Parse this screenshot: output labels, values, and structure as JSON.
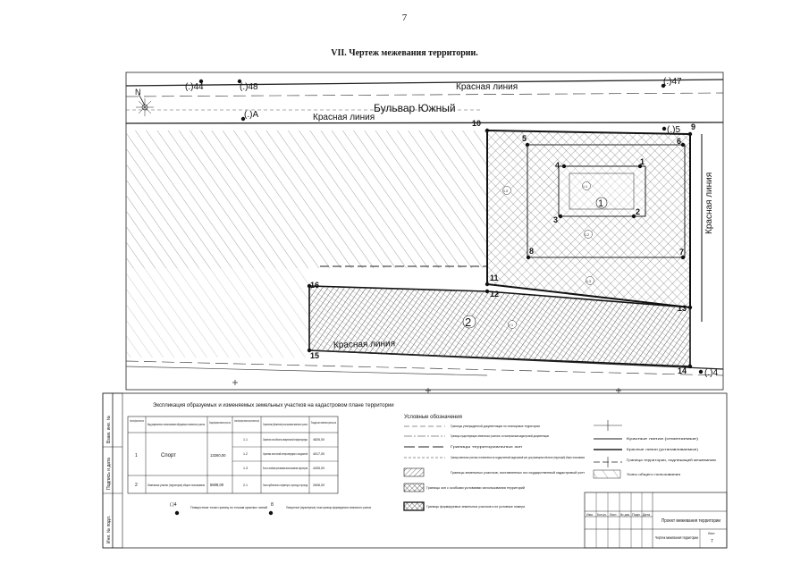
{
  "page_number": "7",
  "title": "VII. Чертеж межевания территории.",
  "street": "Бульвар Южный",
  "red_line_label": "Красная линия",
  "survey_points": {
    "p44": "(.)44",
    "p48": "(.)48",
    "p47": "(.)47",
    "pA": "(.)А",
    "p5": "(.)5",
    "p4": "(.)4"
  },
  "vertex_labels": [
    "1",
    "2",
    "3",
    "4",
    "5",
    "6",
    "7",
    "8",
    "9",
    "10",
    "11",
    "12",
    "13",
    "14",
    "15",
    "16"
  ],
  "parcel_labels": {
    "parcel1": "1",
    "parcel2": "2",
    "c13": "1.3",
    "c12": "1.2",
    "c11": "1.1",
    "c21": "2.1"
  },
  "north": "N",
  "side_stamp": [
    "Взам. инв. №",
    "Подпись и дата",
    "Инв. № подл."
  ],
  "explication": {
    "title": "Экспликация образуемых и изменяемых земельных участков на кадастровом плане территории",
    "headers": [
      "Условный номер образуемого земельного участка",
      "Вид разрешенного использования образуемого земельного участка",
      "Площадь образуемого земельного участка, кв.м",
      "Условный номер образуемого земельного участка (части земельного участка)",
      "Ограничения (обременения) использования земельного участка",
      "Площадь части земельного участка, кв.м"
    ],
    "rows": [
      {
        "num": "1",
        "use": "Спорт",
        "area": "13260,00",
        "subs": [
          {
            "part": "1.1",
            "restr": "Охранная зона объекта коммунальной инфраструктуры",
            "area": "4826,00"
          },
          {
            "part": "1.2",
            "restr": "Охранная зона линий электропередачи и сооружений",
            "area": "4017,00"
          },
          {
            "part": "1.3",
            "restr": "Зона с особыми условиями использования территории",
            "area": "4405,00"
          }
        ]
      },
      {
        "num": "2",
        "use": "Земельные участки (территории) общего пользования",
        "area": "5608,00",
        "subs": [
          {
            "part": "2.1",
            "restr": "Зона публичного сервитута, проход и проезд",
            "area": "2608,00"
          }
        ]
      }
    ],
    "legend_point": "Поворотные точки границ по точкам красных линий",
    "legend_point_label": "(.)4",
    "legend_vertex": "Поворотные (характерные) точки границы формируемого земельного участка",
    "legend_vertex_label": "8"
  },
  "legend": {
    "title": "Условные обозначения",
    "left": [
      "Границы утвержденной документации по планировке территории",
      "Границы существующих земельных участков, по материалам кадастровой документации",
      "Границы территориальных зон",
      "Границы земельных участков, поставленных на государственный кадастровый учет, для размещения объектов (территорий) общего пользования",
      "Границы земельных участков, поставленных на государственный кадастровый учет",
      "Границы зон с особыми условиями использования территорий",
      "Границы формируемых земельных участков и их условные номера"
    ],
    "right": [
      "Красные линии (отменяемые)",
      "Красные линии (устанавливаемые)",
      "Граница территории, подлежащей межеванию",
      "Зоны общего пользования"
    ]
  },
  "title_block": {
    "cols": [
      "Изм.",
      "Кол.уч.",
      "Лист",
      "№ док.",
      "Подп.",
      "Дата"
    ],
    "project": "Проект межевания территории",
    "description": "Чертеж межевания территории",
    "sheet_label": "Лист",
    "sheet_num": "7"
  },
  "colors": {
    "line": "#1a1a1a",
    "hatch": "#6a6a6a",
    "paper": "#ffffff"
  }
}
